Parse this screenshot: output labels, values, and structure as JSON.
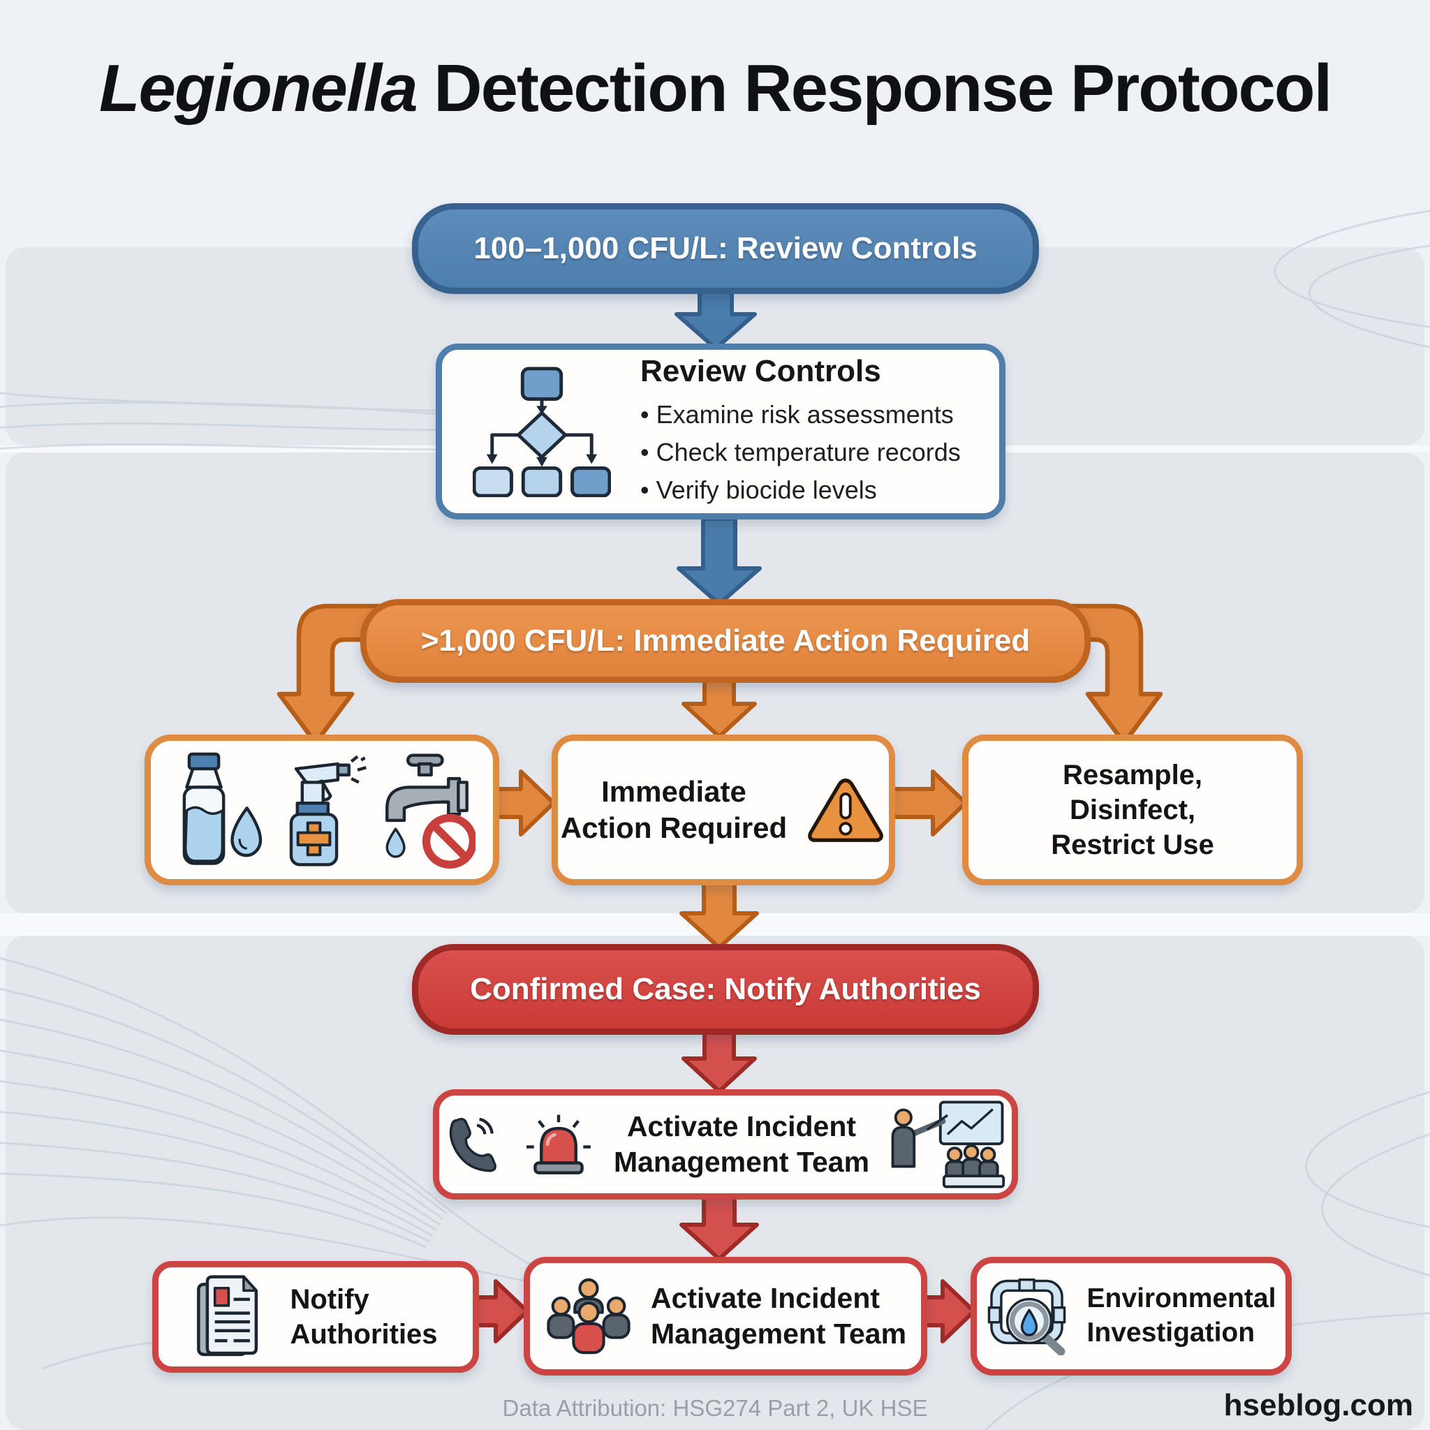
{
  "title": {
    "italic": "Legionella",
    "rest": " Detection Response Protocol"
  },
  "flow": {
    "stage1": {
      "pill": "100–1,000 CFU/L: Review Controls",
      "box": {
        "heading": "Review Controls",
        "bullets": [
          "Examine risk assessments",
          "Check temperature records",
          "Verify biocide levels"
        ]
      }
    },
    "stage2": {
      "pill": ">1,000 CFU/L: Immediate Action Required",
      "action_box": "Immediate\nAction Required",
      "outcome_box": "Resample,\nDisinfect,\nRestrict Use"
    },
    "stage3": {
      "pill": "Confirmed Case: Notify Authorities",
      "team_box": "Activate Incident\nManagement Team",
      "notify_box": "Notify\nAuthorities",
      "team_box2": "Activate Incident\nManagement Team",
      "env_box": "Environmental\nInvestigation"
    }
  },
  "footer": {
    "attribution": "Data Attribution: HSG274 Part 2, UK HSE",
    "brand": "hseblog.com"
  },
  "colors": {
    "blue": "#4d7ead",
    "blue_border": "#37618e",
    "orange": "#e0823a",
    "orange_border": "#bf6521",
    "red": "#ca3a37",
    "red_border": "#9e2927",
    "panel": "#e3e7ec",
    "background": "#eef1f5",
    "text": "#141414"
  },
  "icons": {
    "stage1_box": "flowchart-icon",
    "stage2_left_box": [
      "water-bottle-icon",
      "droplet-icon",
      "spray-bottle-icon",
      "tap-icon",
      "no-entry-icon"
    ],
    "stage2_action_box": "warning-triangle-icon",
    "stage3_team_box": [
      "phone-icon",
      "siren-icon",
      "presentation-icon"
    ],
    "stage3_notify_box": "document-icon",
    "stage3_team_box2": "people-icon",
    "stage3_env_box": "pipe-magnifier-icon"
  }
}
